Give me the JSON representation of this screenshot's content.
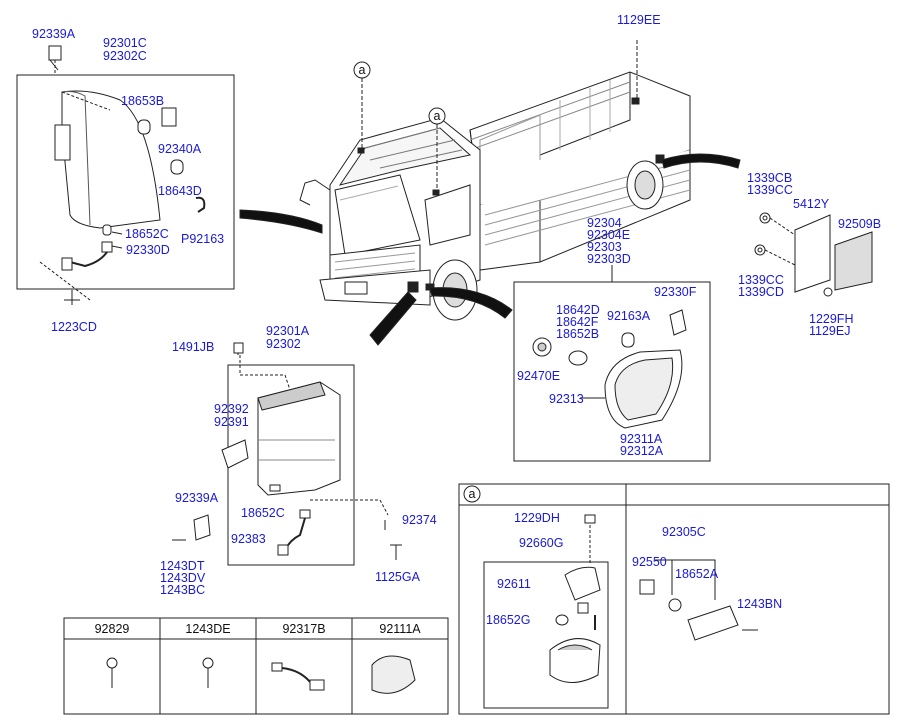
{
  "callout_a": "a",
  "labels": {
    "p92339A_top": "92339A",
    "p92301C": "92301C",
    "p92302C": "92302C",
    "p18653B": "18653B",
    "p92340A": "92340A",
    "p18643D": "18643D",
    "p18652C_top": "18652C",
    "pP92163": "P92163",
    "p92330D": "92330D",
    "p1223CD": "1223CD",
    "p1129EE": "1129EE",
    "p1339CB": "1339CB",
    "p1339CC_a": "1339CC",
    "p5412Y": "5412Y",
    "p92509B": "92509B",
    "p1339CC_b": "1339CC",
    "p1339CD": "1339CD",
    "p1229FH": "1229FH",
    "p1129EJ": "1129EJ",
    "p92304": "92304",
    "p92304E": "92304E",
    "p92303": "92303",
    "p92303D": "92303D",
    "p92330F": "92330F",
    "p18642D": "18642D",
    "p18642F": "18642F",
    "p18652B": "18652B",
    "p92163A": "92163A",
    "p92470E": "92470E",
    "p92313": "92313",
    "p92311A": "92311A",
    "p92312A": "92312A",
    "p1491JB": "1491JB",
    "p92301A": "92301A",
    "p92302": "92302",
    "p92392": "92392",
    "p92391": "92391",
    "p92339A_mid": "92339A",
    "p18652C_mid": "18652C",
    "p92374": "92374",
    "p92383": "92383",
    "p1243DT": "1243DT",
    "p1243DV": "1243DV",
    "p1243BC": "1243BC",
    "p1125GA": "1125GA",
    "p1229DH": "1229DH",
    "p92660G": "92660G",
    "p92611": "92611",
    "p18652G": "18652G",
    "p92305C": "92305C",
    "p92550": "92550",
    "p18652A": "18652A",
    "p1243BN": "1243BN"
  },
  "parts_table": [
    "92829",
    "1243DE",
    "92317B",
    "92111A"
  ]
}
